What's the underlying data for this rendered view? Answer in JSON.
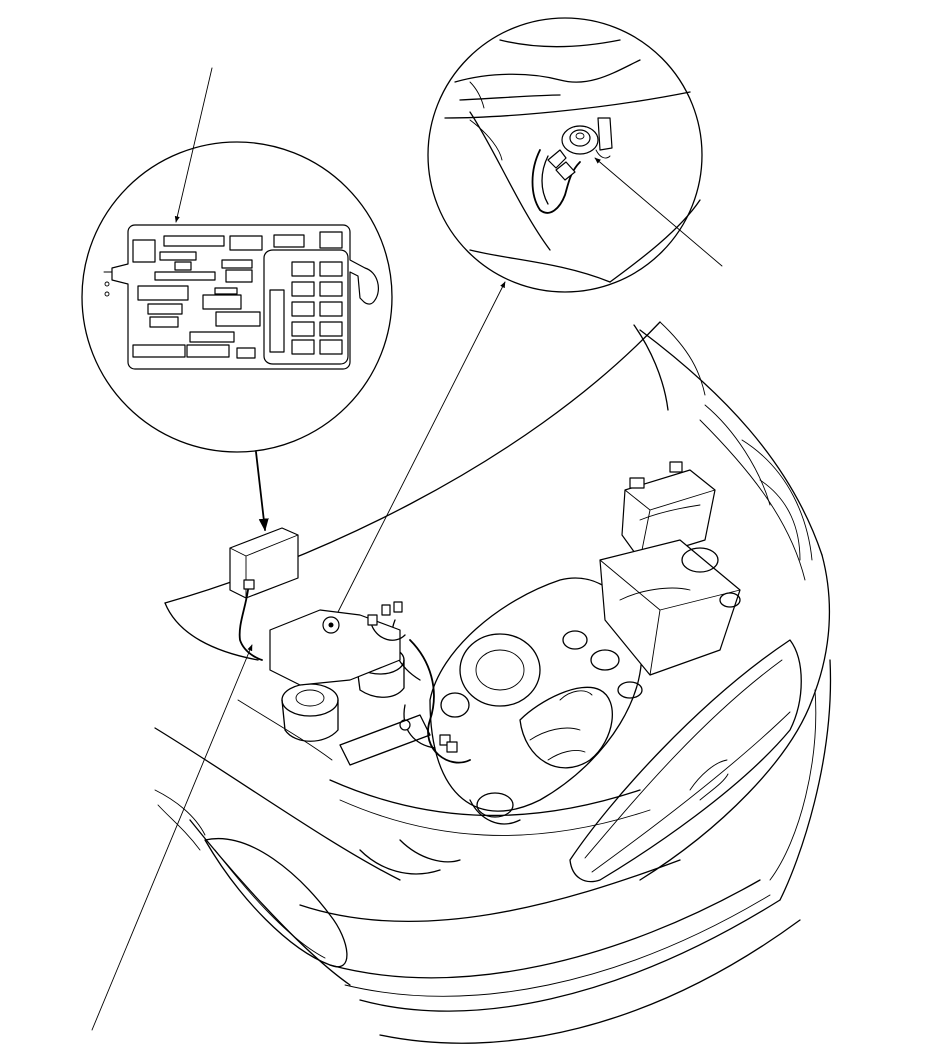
{
  "diagram": {
    "type": "service-manual line illustration",
    "style": {
      "stroke_color": "#000000",
      "background_color": "#ffffff"
    },
    "callouts": [
      {
        "id": "fuse-relay-box-detail",
        "icon": "fuse-relay-box"
      },
      {
        "id": "ground-terminal-detail",
        "icon": "ground-bolt"
      }
    ],
    "leader_lines": 4,
    "printed_labels": []
  }
}
